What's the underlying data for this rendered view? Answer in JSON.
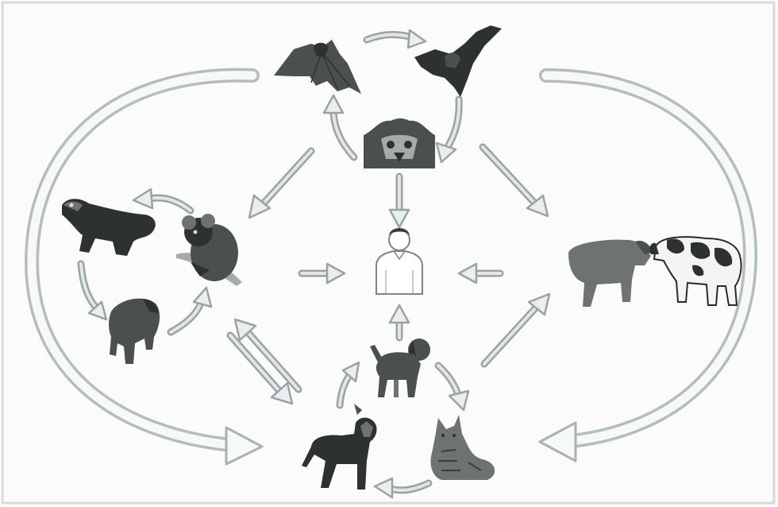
{
  "diagram": {
    "nodes": [
      {
        "id": "bat-left",
        "icon": "bat-icon"
      },
      {
        "id": "bat-right",
        "icon": "bat-icon"
      },
      {
        "id": "bat-face",
        "icon": "bat-face-icon"
      },
      {
        "id": "human",
        "icon": "human-icon"
      },
      {
        "id": "ferret-badger",
        "icon": "ferret-badger-icon"
      },
      {
        "id": "koala-like-mammal",
        "icon": "koala-icon"
      },
      {
        "id": "wild-boar",
        "icon": "boar-icon"
      },
      {
        "id": "cattle-brown",
        "icon": "cow-icon"
      },
      {
        "id": "cattle-holstein",
        "icon": "cow-icon"
      },
      {
        "id": "dog-small",
        "icon": "dog-icon"
      },
      {
        "id": "dog-boxer",
        "icon": "dog-icon"
      },
      {
        "id": "cat",
        "icon": "cat-icon"
      }
    ],
    "colors": {
      "arrow_outline": "#9aa3a3",
      "arrow_fill": "#eaeeee",
      "animal_dark": "#2e3131",
      "background": "#ffffff"
    }
  }
}
